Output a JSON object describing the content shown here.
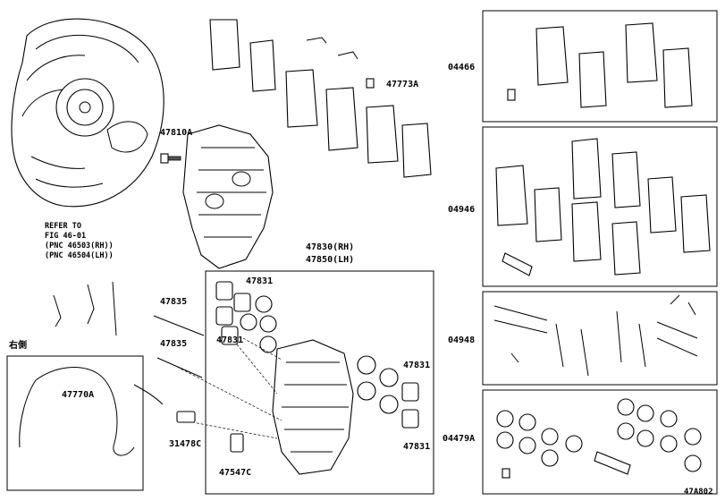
{
  "diagram_id": "47A802",
  "callouts": {
    "c47810A": "47810A",
    "c47773A": "47773A",
    "c47830": "47830(RH)",
    "c47850": "47850(LH)",
    "c47831_top": "47831",
    "c47831_mid": "47831",
    "c47831_right_top": "47831",
    "c47831_right_bot": "47831",
    "c47835_a": "47835",
    "c47835_b": "47835",
    "c47770A": "47770A",
    "c31478C": "31478C",
    "c47547C": "47547C",
    "c04466": "04466",
    "c04946": "04946",
    "c04948": "04948",
    "c04479A": "04479A",
    "right_side": "右側"
  },
  "refer_note": {
    "line1": "REFER TO",
    "line2": "FIG 46-01",
    "line3": "(PNC 46503(RH))",
    "line4": "(PNC 46504(LH))"
  }
}
